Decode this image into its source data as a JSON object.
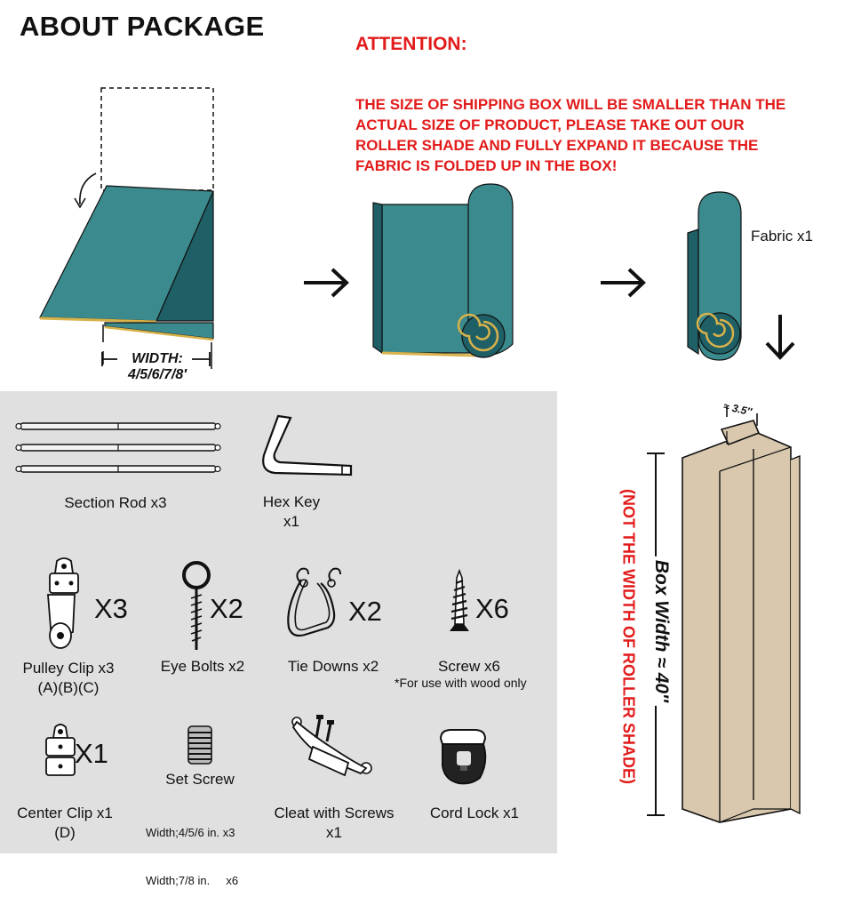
{
  "header": {
    "title": "ABOUT PACKAGE"
  },
  "attention": {
    "heading": "ATTENTION:",
    "lines": [
      "THE SIZE OF SHIPPING BOX WILL BE SMALLER THAN THE",
      "ACTUAL SIZE OF PRODUCT, PLEASE TAKE OUT OUR",
      "ROLLER SHADE AND FULLY EXPAND IT BECAUSE THE",
      "FABRIC IS FOLDED UP IN THE BOX!"
    ]
  },
  "diagram": {
    "width_label_1": "WIDTH:",
    "width_label_2": "4/5/6/7/8′",
    "fabric_label": "Fabric x1",
    "box_dim": "≈ 3.5″",
    "box_width_label": "Box Width ≈ 40″",
    "box_note": "(NOT THE WIDTH OF ROLLER SHADE)"
  },
  "parts": {
    "section_rod": {
      "label": "Section Rod x3"
    },
    "hex_key": {
      "label_1": "Hex Key",
      "label_2": "x1"
    },
    "pulley_clip": {
      "qty": "X3",
      "label_1": "Pulley Clip x3",
      "label_2": "(A)(B)(C)"
    },
    "eye_bolts": {
      "qty": "X2",
      "label": "Eye Bolts x2"
    },
    "tie_downs": {
      "qty": "X2",
      "label": "Tie Downs x2"
    },
    "screw": {
      "qty": "X6",
      "label": "Screw x6",
      "note": "*For use with wood only"
    },
    "center_clip": {
      "qty": "X1",
      "label_1": "Center Clip x1",
      "label_2": "(D)"
    },
    "set_screw": {
      "label": "Set Screw",
      "spec_1": "Width;4/5/6 in. x3",
      "spec_2": "Width;7/8 in.     x6"
    },
    "cleat": {
      "label_1": "Cleat with Screws",
      "label_2": "x1"
    },
    "cord_lock": {
      "label": "Cord Lock x1"
    }
  },
  "colors": {
    "fabric_teal": "#3b8a8d",
    "fabric_dark": "#1f5f66",
    "gold_edge": "#d8b24a",
    "alert_red": "#e21b1b",
    "panel_gray": "#e0e0e0",
    "box_tan": "#d9c8ad"
  }
}
